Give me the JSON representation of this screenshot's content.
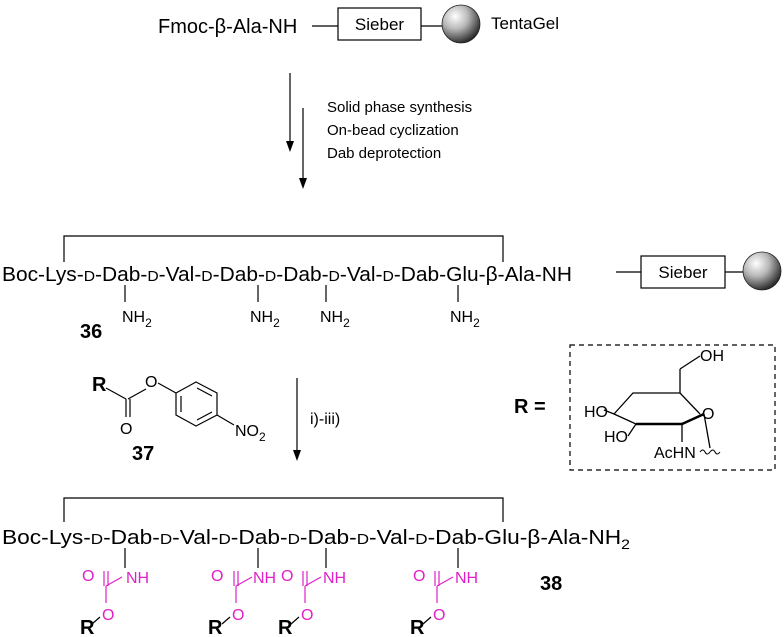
{
  "colors": {
    "urethane": "#e020c8",
    "line": "#000000"
  },
  "top": {
    "start": "Fmoc-β-Ala-NH",
    "linker": "Sieber",
    "resin": "TentaGel"
  },
  "steps1": [
    "Solid phase synthesis",
    "On-bead cyclization",
    "Dab deprotection"
  ],
  "peptide36": {
    "segs": [
      "Boc-Lys-",
      "D",
      "-Dab-",
      "D",
      "-Val-",
      "D",
      "-Dab-",
      "D",
      "-Dab-",
      "D",
      "-Val-",
      "D",
      "-Dab-Glu-β-Ala-NH"
    ],
    "linker": "Sieber",
    "amine_n": "NH",
    "amine_sub": "2",
    "compound": "36"
  },
  "reagent": {
    "r": "R",
    "ester_o": "O",
    "carbonyl_o": "O",
    "nitro_n": "NO",
    "nitro_sub": "2",
    "compound": "37"
  },
  "conditions": "i)-iii)",
  "r_def": {
    "label": "R =",
    "oh_top": "OH",
    "ho_left": "HO",
    "ho_mid": "HO",
    "ring_o": "O",
    "achn": "AcHN"
  },
  "peptide38": {
    "segs": [
      "Boc-Lys-",
      "D",
      "-Dab-",
      "D",
      "-Val-",
      "D",
      "-Dab-",
      "D",
      "-Dab-",
      "D",
      "-Val-",
      "D",
      "-Dab-Glu-β-Ala-NH",
      "2"
    ],
    "carbamate": {
      "nh": "NH",
      "o_carbonyl": "O",
      "o_ester": "O",
      "r": "R"
    },
    "compound": "38"
  }
}
